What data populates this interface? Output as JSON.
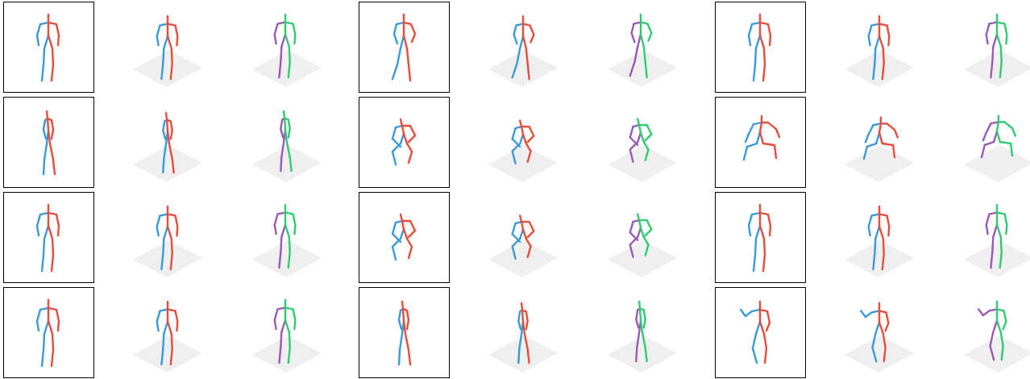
{
  "figure": {
    "rows": 4,
    "groups": 3,
    "panels_per_group": [
      "input-2d",
      "prediction-3d",
      "ground-truth-3d"
    ],
    "colors": {
      "left_limbs": "#3a9ad9",
      "right_limbs": "#e74c3c",
      "gt_left": "#9b59b6",
      "gt_right": "#2ecc71",
      "ground": "#efefef",
      "frame": "#000000"
    },
    "samples": [
      {
        "row": 0,
        "group": 0,
        "pose": "standing"
      },
      {
        "row": 0,
        "group": 1,
        "pose": "walking"
      },
      {
        "row": 0,
        "group": 2,
        "pose": "standing"
      },
      {
        "row": 1,
        "group": 0,
        "pose": "side-walk"
      },
      {
        "row": 1,
        "group": 1,
        "pose": "crouch"
      },
      {
        "row": 1,
        "group": 2,
        "pose": "sitting"
      },
      {
        "row": 2,
        "group": 0,
        "pose": "standing"
      },
      {
        "row": 2,
        "group": 1,
        "pose": "crouch"
      },
      {
        "row": 2,
        "group": 2,
        "pose": "standing"
      },
      {
        "row": 3,
        "group": 0,
        "pose": "standing"
      },
      {
        "row": 3,
        "group": 1,
        "pose": "side-walk"
      },
      {
        "row": 3,
        "group": 2,
        "pose": "reaching"
      }
    ]
  }
}
